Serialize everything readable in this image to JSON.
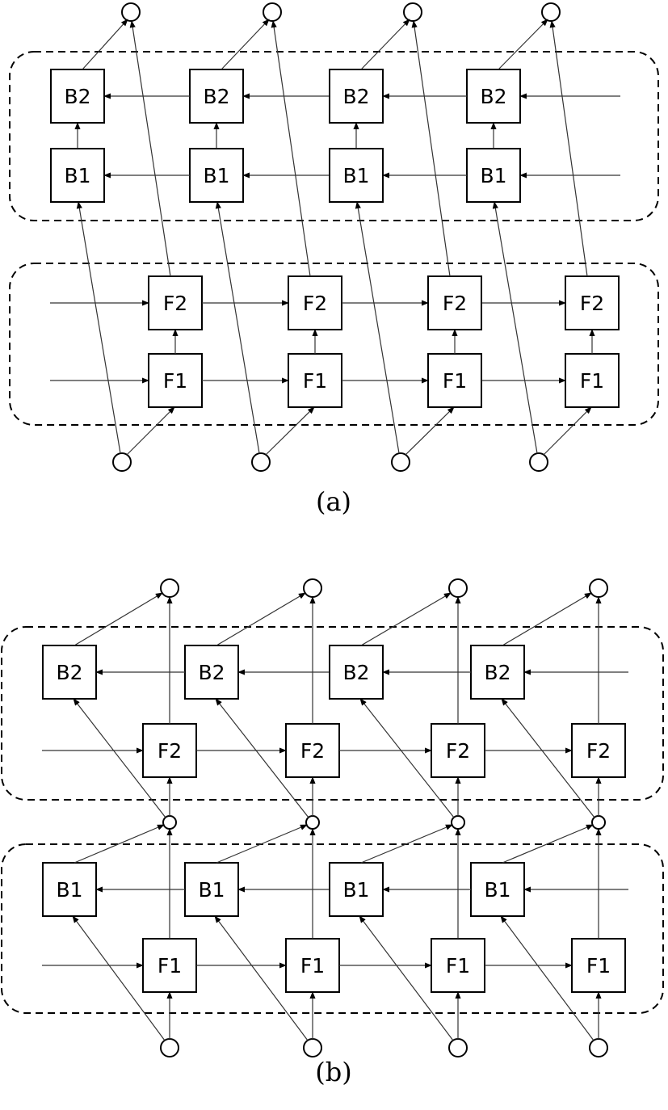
{
  "colors": {
    "line": "#333333",
    "stroke": "#000000",
    "background": "#ffffff"
  },
  "node_labels": {
    "F1": "F1",
    "F2": "F2",
    "B1": "B1",
    "B2": "B2"
  },
  "diagram_a": {
    "caption": "(a)",
    "columns": 4,
    "groups": [
      {
        "id": "backward-group",
        "rows": [
          "B2",
          "B1"
        ]
      },
      {
        "id": "forward-group",
        "rows": [
          "F2",
          "F1"
        ]
      }
    ]
  },
  "diagram_b": {
    "caption": "(b)",
    "columns": 4,
    "groups": [
      {
        "id": "layer2-group",
        "rows": [
          "B2",
          "F2"
        ]
      },
      {
        "id": "layer1-group",
        "rows": [
          "B1",
          "F1"
        ]
      }
    ]
  }
}
